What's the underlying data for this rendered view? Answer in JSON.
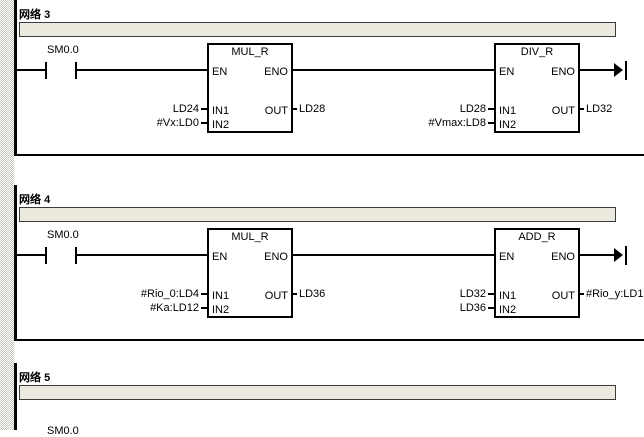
{
  "editor": {
    "language": "LAD",
    "network_word": "网络",
    "colors": {
      "comment_box_bg": "#eceade",
      "comment_box_border": "#3b3b3b",
      "rail": "#000000",
      "canvas_bg": "#ffffff",
      "gutter_checker": "#c8c8c0"
    }
  },
  "networks": [
    {
      "id": "network-3",
      "title_prefix": "网络",
      "title_number": "3",
      "comment": "",
      "contact": {
        "name": "SM0.0",
        "type": "normally-open"
      },
      "blocks": [
        {
          "id": "mul-r-n3",
          "name": "MUL_R",
          "en": "EN",
          "eno": "ENO",
          "in1_pin": "IN1",
          "in2_pin": "IN2",
          "out_pin": "OUT",
          "in1_operand": "LD24",
          "in2_operand": "#Vx:LD0",
          "out_operand": "LD28"
        },
        {
          "id": "div-r-n3",
          "name": "DIV_R",
          "en": "EN",
          "eno": "ENO",
          "in1_pin": "IN1",
          "in2_pin": "IN2",
          "out_pin": "OUT",
          "in1_operand": "LD28",
          "in2_operand": "#Vmax:LD8",
          "out_operand": "LD32"
        }
      ]
    },
    {
      "id": "network-4",
      "title_prefix": "网络",
      "title_number": "4",
      "comment": "",
      "contact": {
        "name": "SM0.0",
        "type": "normally-open"
      },
      "blocks": [
        {
          "id": "mul-r-n4",
          "name": "MUL_R",
          "en": "EN",
          "eno": "ENO",
          "in1_pin": "IN1",
          "in2_pin": "IN2",
          "out_pin": "OUT",
          "in1_operand": "#Rio_0:LD4",
          "in2_operand": "#Ka:LD12",
          "out_operand": "LD36"
        },
        {
          "id": "add-r-n4",
          "name": "ADD_R",
          "en": "EN",
          "eno": "ENO",
          "in1_pin": "IN1",
          "in2_pin": "IN2",
          "out_pin": "OUT",
          "in1_operand": "LD32",
          "in2_operand": "LD36",
          "out_operand": "#Rio_y:LD1"
        }
      ]
    },
    {
      "id": "network-5",
      "title_prefix": "网络",
      "title_number": "5",
      "comment": "",
      "contact": {
        "name": "SM0.0",
        "type": "normally-open"
      },
      "blocks": []
    }
  ]
}
